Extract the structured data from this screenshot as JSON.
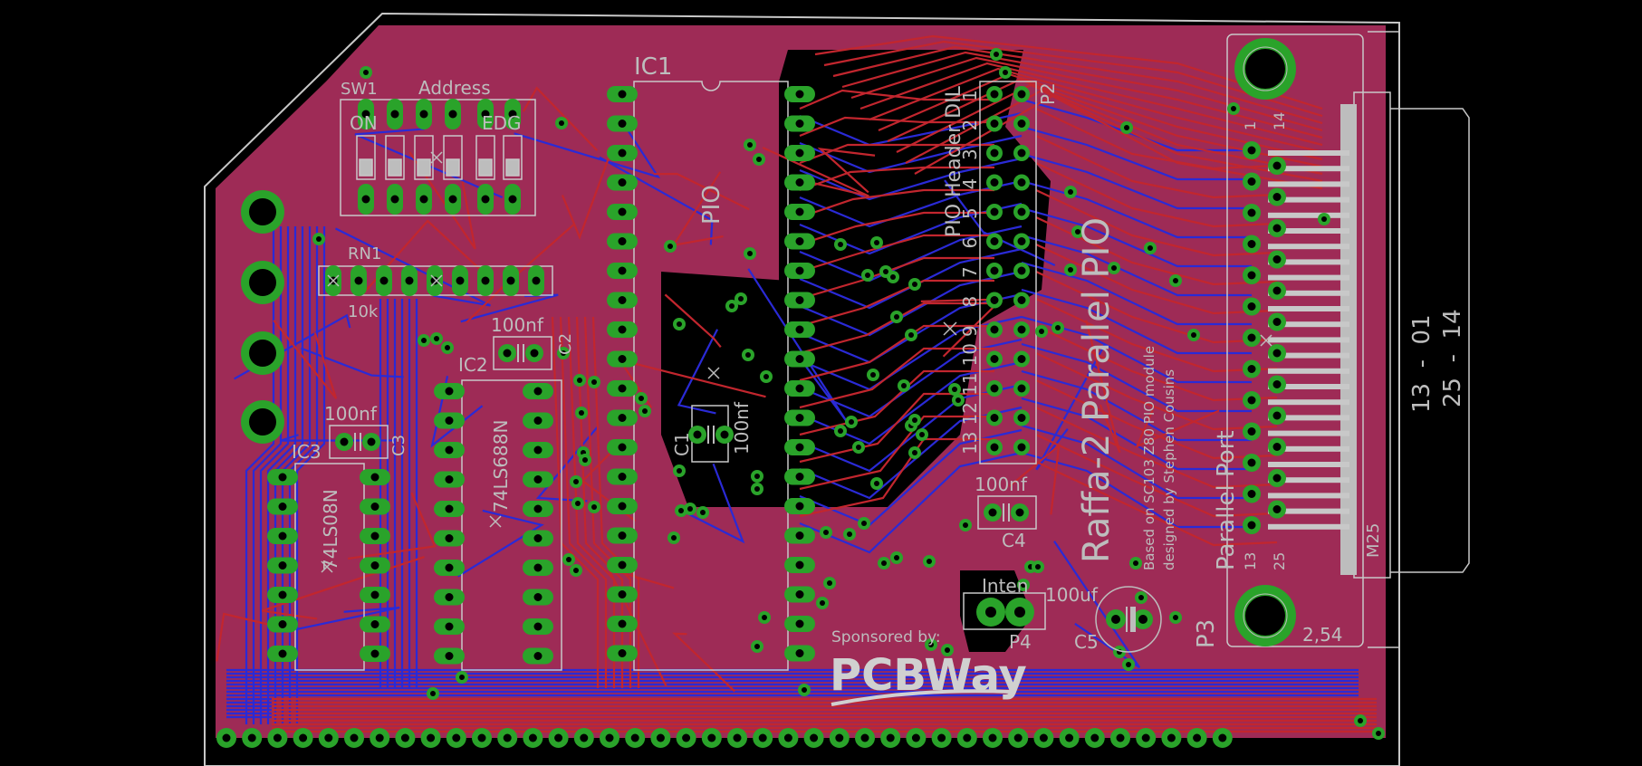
{
  "labels": {
    "sw1": "SW1",
    "address": "Address",
    "on": "ON",
    "edg": "EDG",
    "rn1": "RN1",
    "rn1_value": "10k",
    "ic1": "IC1",
    "pio": "PIO",
    "ic2": "IC2",
    "ic2_part": "74LS688N",
    "ic3": "IC3",
    "ic3_part": "74LS08N",
    "c1": "C1",
    "c1_value": "100nf",
    "c2": "C2",
    "c2_value": "100nf",
    "c3": "C3",
    "c3_value": "100nf",
    "c4": "C4",
    "c4_value": "100nf",
    "c5": "C5",
    "c5_value": "100uf",
    "p2": "P2",
    "p2_title": "PIO Header DIL",
    "p2_pin_numbers": [
      "1",
      "2",
      "3",
      "4",
      "5",
      "6",
      "7",
      "8",
      "9",
      "10",
      "11",
      "12",
      "13"
    ],
    "p3": "P3",
    "p4": "P4",
    "p4_label": "Inten",
    "board_title": "Raffa-2 Parallel PIO",
    "credit_line1": "Based on SC103 Z80 PIO module",
    "credit_line2": "designed by Stephen Cousins",
    "parallel_port": "Parallel Port",
    "sponsored_by": "Sponsored by:",
    "sponsor_logo": "PCBWay",
    "db25_pin_1": "1",
    "db25_pin_14": "14",
    "db25_pin_13": "13",
    "db25_pin_25": "25",
    "db25_range_top": "13  -  01",
    "db25_range_bottom": "25  -  14",
    "db25_model": "M25",
    "db25_pitch": "2,54"
  },
  "colors": {
    "background": "#000000",
    "copper_top": "#c2262e",
    "copper_bottom": "#2a2ad6",
    "pour": "#9e2b56",
    "pad": "#2aa32a",
    "silkscreen": "#bdbdbd"
  }
}
